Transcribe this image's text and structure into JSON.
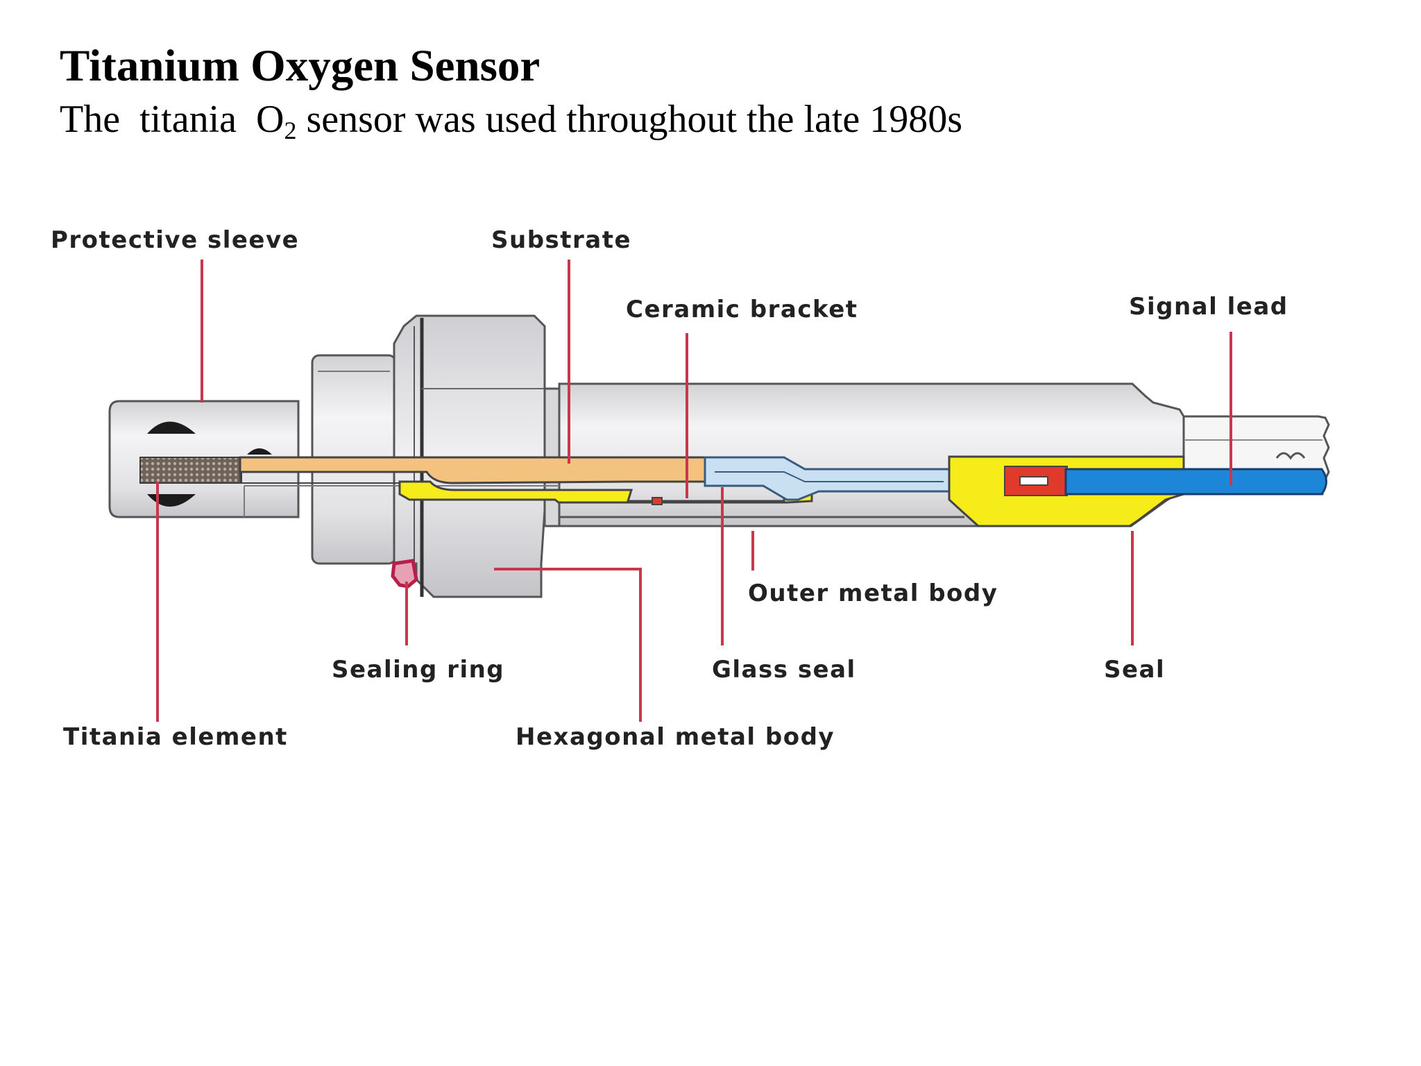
{
  "slide": {
    "title": "Titanium Oxygen Sensor",
    "subtitle_part1": "The  titania  O",
    "subtitle_sub": "2",
    "subtitle_part2": " sensor was used throughout the late 1980s"
  },
  "diagram": {
    "labels": {
      "protective_sleeve": "Protective sleeve",
      "substrate": "Substrate",
      "ceramic_bracket": "Ceramic bracket",
      "signal_lead": "Signal lead",
      "outer_metal_body": "Outer metal body",
      "sealing_ring": "Sealing ring",
      "glass_seal": "Glass seal",
      "seal": "Seal",
      "titania_element": "Titania element",
      "hexagonal_metal_body": "Hexagonal metal body"
    },
    "colors": {
      "metal": "#e4e4e6",
      "substrate": "#f2c27e",
      "yellow_part": "#f5ec1a",
      "ceramic": "#c9dff2",
      "signal_lead": "#1e86d8",
      "red_part": "#e23a2a",
      "leader": "#c8374c",
      "sealing_ring": "#b5204a"
    }
  }
}
